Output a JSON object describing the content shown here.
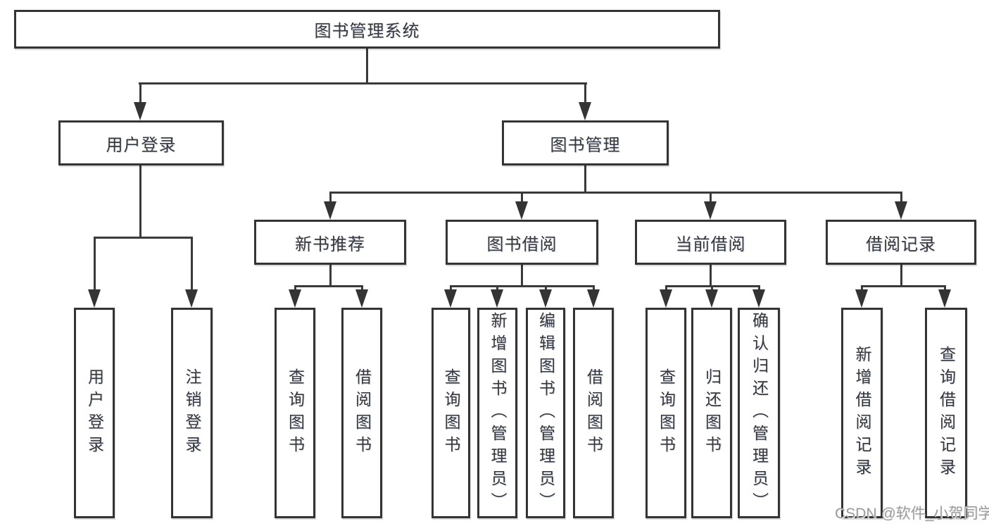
{
  "colors": {
    "background": "#ffffff",
    "line": "#3a3a3a",
    "box_border": "#343434",
    "text": "#373737",
    "watermark": "#9d9d9d"
  },
  "watermark": {
    "text": "CSDN @软件_小贺同学"
  },
  "tree": {
    "label": "图书管理系统",
    "children": [
      {
        "label": "用户登录",
        "children": [
          {
            "label": "用户登录"
          },
          {
            "label": "注销登录"
          }
        ]
      },
      {
        "label": "图书管理",
        "children": [
          {
            "label": "新书推荐",
            "children": [
              {
                "label": "查询图书"
              },
              {
                "label": "借阅图书"
              }
            ]
          },
          {
            "label": "图书借阅",
            "children": [
              {
                "label": "查询图书"
              },
              {
                "label": "新增图书（管理员）"
              },
              {
                "label": "编辑图书（管理员）"
              },
              {
                "label": "借阅图书"
              }
            ]
          },
          {
            "label": "当前借阅",
            "children": [
              {
                "label": "查询图书"
              },
              {
                "label": "归还图书"
              },
              {
                "label": "确认归还（管理员）"
              }
            ]
          },
          {
            "label": "借阅记录",
            "children": [
              {
                "label": "新增借阅记录"
              },
              {
                "label": "查询借阅记录"
              }
            ]
          }
        ]
      }
    ]
  }
}
